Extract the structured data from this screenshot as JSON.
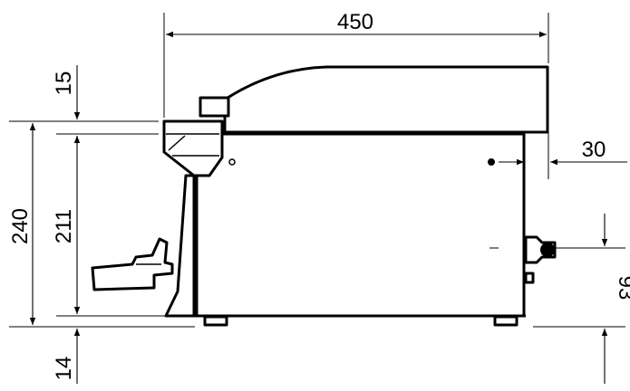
{
  "drawing": {
    "subject": "fryer side view",
    "units": "mm",
    "dimensions": {
      "overall_width": "450",
      "lid_step": "15",
      "overall_height": "240",
      "body_height": "211",
      "foot_height": "14",
      "knob_offset": "30",
      "valve_height": "93"
    }
  }
}
